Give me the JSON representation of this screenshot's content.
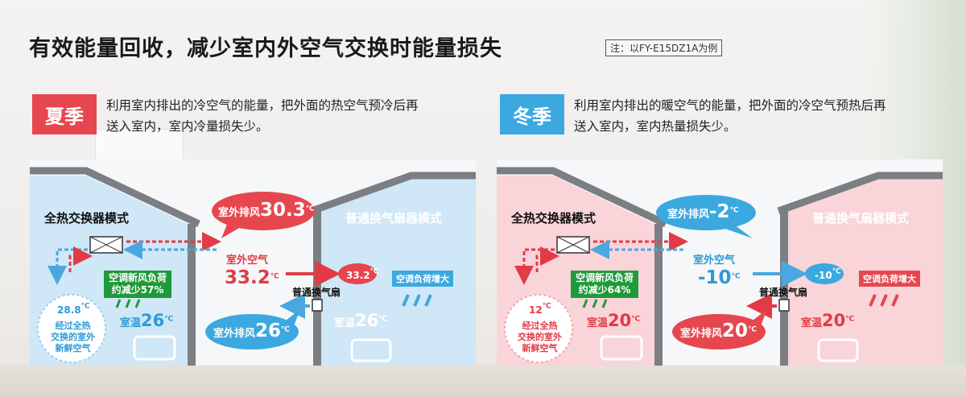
{
  "title": "有效能量回收，减少室内外空气交换时能量损失",
  "note": "注：以FY-E15DZ1A为例",
  "summer": {
    "tag": "夏季",
    "desc_line1": "利用室内排出的冷空气的能量，把外面的热空气预冷后再",
    "desc_line2": "送入室内，室内冷量损失少。",
    "left_mode": "全热交换器模式",
    "right_mode": "普通换气扇器模式",
    "exhaust_label": "室外排风",
    "exhaust_value": "30.3",
    "outdoor_label": "室外空气",
    "outdoor_value": "33.2",
    "fan_label": "普通换气扇",
    "fan_tag_value": "33.2",
    "load_increase": "空调负荷增大",
    "green_line1": "空调新风负荷",
    "green_line2": "约减少57%",
    "fresh_value": "28.8",
    "fresh_desc_1": "经过全热",
    "fresh_desc_2": "交换的室外",
    "fresh_desc_3": "新鲜空气",
    "room_label_l": "室温",
    "room_value_l": "26",
    "room_label_r": "室温",
    "room_value_r": "26",
    "exhaust2_label": "室外排风",
    "exhaust2_value": "26"
  },
  "winter": {
    "tag": "冬季",
    "desc_line1": "利用室内排出的暖空气的能量，把外面的冷空气预热后再",
    "desc_line2": "送入室内，室内热量损失少。",
    "left_mode": "全热交换器模式",
    "right_mode": "普通换气扇器模式",
    "exhaust_label": "室外排风",
    "exhaust_value": "-2",
    "outdoor_label": "室外空气",
    "outdoor_value": "-10",
    "fan_label": "普通换气扇",
    "fan_tag_value": "-10",
    "load_increase": "空调负荷增大",
    "green_line1": "空调新风负荷",
    "green_line2": "约减少64%",
    "fresh_value": "12",
    "fresh_desc_1": "经过全热",
    "fresh_desc_2": "交换的室外",
    "fresh_desc_3": "新鲜空气",
    "room_label_l": "室温",
    "room_value_l": "20",
    "room_label_r": "室温",
    "room_value_r": "20",
    "exhaust2_label": "室外排风",
    "exhaust2_value": "20"
  },
  "unit": "℃",
  "colors": {
    "red": "#e23b45",
    "blue": "#2f9ad8",
    "green": "#1f9a3a",
    "summer_room": "#cfe7f6",
    "winter_room": "#f9d4d8",
    "wall": "#7b7f84"
  }
}
